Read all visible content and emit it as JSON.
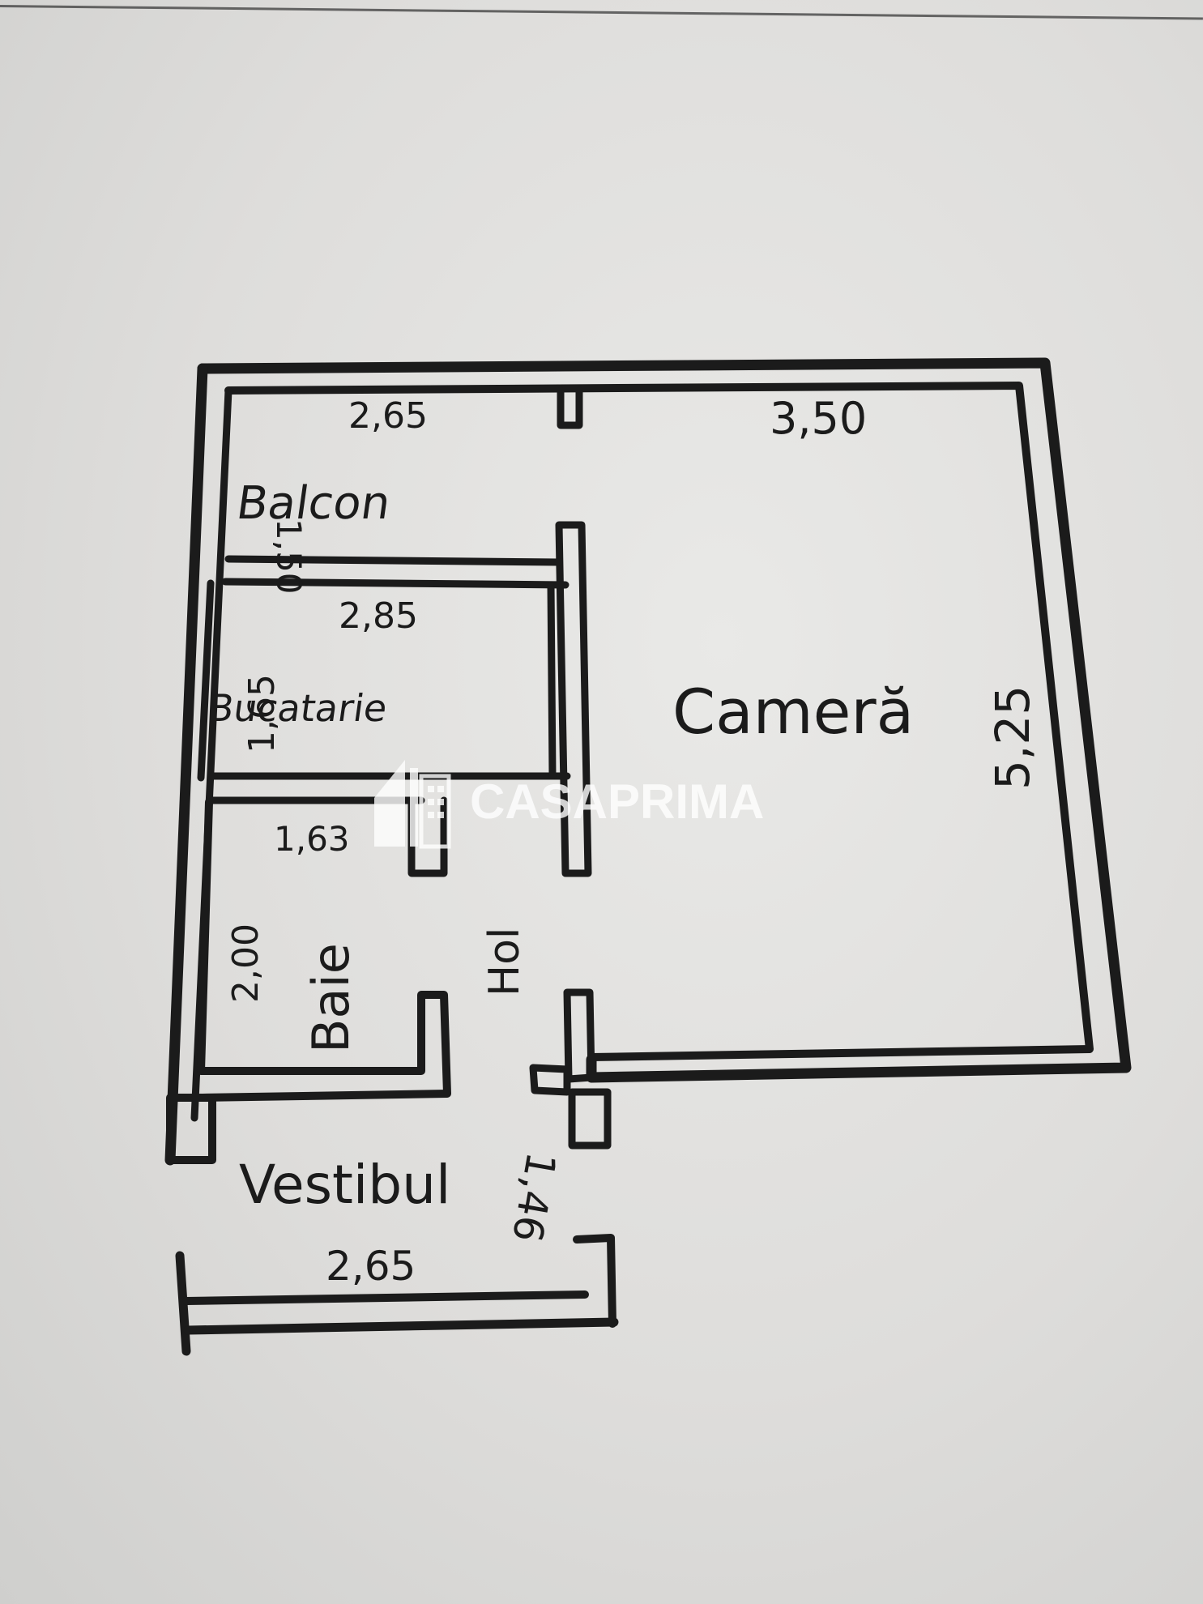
{
  "rooms": {
    "balcon": {
      "name": "Balcon",
      "width": "2,65",
      "length": "1,50"
    },
    "bucatarie": {
      "name": "Bucatarie",
      "width": "2,85",
      "length": "1,65"
    },
    "baie": {
      "name": "Baie",
      "width": "1,63",
      "length": "2,00"
    },
    "hol": {
      "name": "Hol"
    },
    "camera": {
      "name": "Cameră",
      "width": "3,50",
      "length": "5,25"
    },
    "vestibul": {
      "name": "Vestibul",
      "width": "2,65",
      "length": "1,46"
    }
  },
  "watermark": {
    "brand": "CASAPRIMA"
  },
  "colors": {
    "ink": "#1b1b1b",
    "paper": "#e4e4e2",
    "watermark": "#ffffff"
  }
}
